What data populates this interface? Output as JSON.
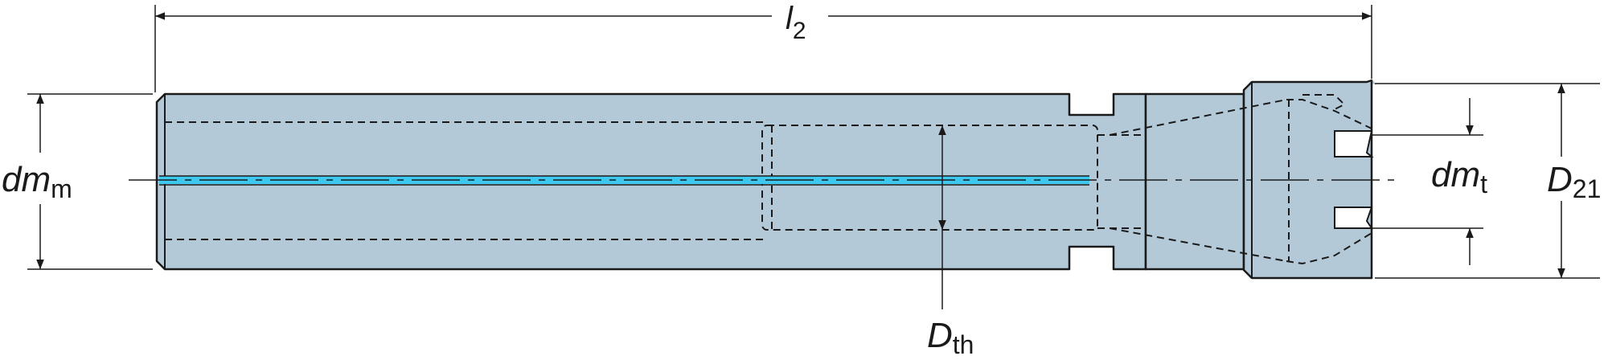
{
  "colors": {
    "body_fill": "#b4c9d8",
    "coolant_channel": "#3ec8f0",
    "outline": "#1a1a1a",
    "background": "#ffffff"
  },
  "labels": {
    "l2": {
      "main": "l",
      "sub": "2"
    },
    "dm_m": {
      "main": "dm",
      "sub": "m"
    },
    "dm_t": {
      "main": "dm",
      "sub": "t"
    },
    "D21": {
      "main": "D",
      "sub": "21"
    },
    "D_th": {
      "main": "D",
      "sub": "th"
    }
  }
}
